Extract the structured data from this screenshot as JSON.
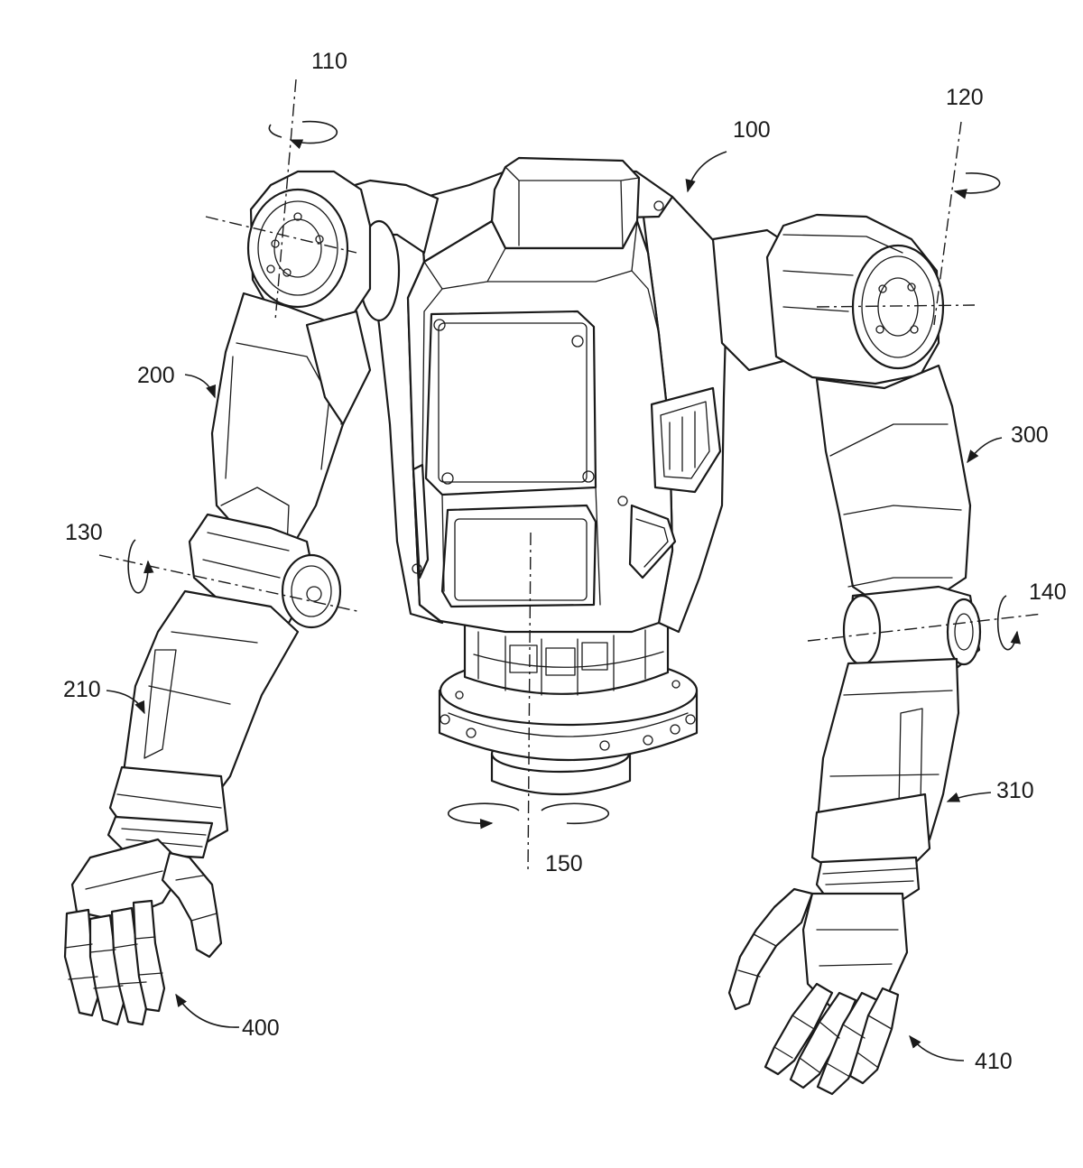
{
  "labels": {
    "torso": "100",
    "axis_left_shoulder": "110",
    "axis_right_shoulder": "120",
    "axis_left_elbow": "130",
    "axis_right_elbow": "140",
    "axis_waist": "150",
    "left_upper_arm": "200",
    "left_forearm": "210",
    "right_upper_arm": "300",
    "right_forearm": "310",
    "left_hand": "400",
    "right_hand": "410"
  }
}
